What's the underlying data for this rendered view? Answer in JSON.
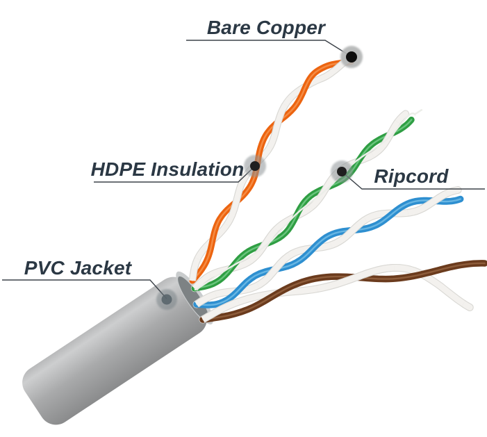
{
  "figure": {
    "type": "annotated-product-diagram",
    "subject": "UTP network cable cutaway with four twisted pairs",
    "background": "#ffffff"
  },
  "callouts": [
    {
      "id": "bare-copper",
      "label": "Bare Copper",
      "target": "wire tip conductor"
    },
    {
      "id": "hdpe-insulation",
      "label": "HDPE Insulation",
      "target": "orange twisted pair"
    },
    {
      "id": "ripcord",
      "label": "Ripcord",
      "target": "white cord in green pair"
    },
    {
      "id": "pvc-jacket",
      "label": "PVC Jacket",
      "target": "grey outer jacket"
    }
  ],
  "colors": {
    "label_text": "#2b3844",
    "leader_line": "#3c4249",
    "callout_outer": "#8f9598",
    "callout_outer_light": "#b4b6b6",
    "callout_inner": "#1f1f1f",
    "pvc_outer": "#6e797e",
    "pvc_inner": "#59656b",
    "jacket_edge_top": "#b8b9ba",
    "jacket_light": "#cdcecf",
    "jacket_mid": "#a9aaab",
    "jacket_dark": "#8a8b8c",
    "mouth_face": "#c9cccd",
    "mouth_inner": "#7d8284",
    "pair_orange": "#ec6410",
    "pair_orange_hl": "#f89a55",
    "pair_green": "#2f9e43",
    "pair_green_hl": "#7ed190",
    "pair_blue": "#2e8fd0",
    "pair_blue_hl": "#7cc3e9",
    "pair_brown": "#6b3b1d",
    "pair_brown_hl": "#9a6a45",
    "strand_white": "#f3f1ee",
    "strand_white_edge": "#d9d8d4",
    "ripcord_white": "#eceee9"
  }
}
